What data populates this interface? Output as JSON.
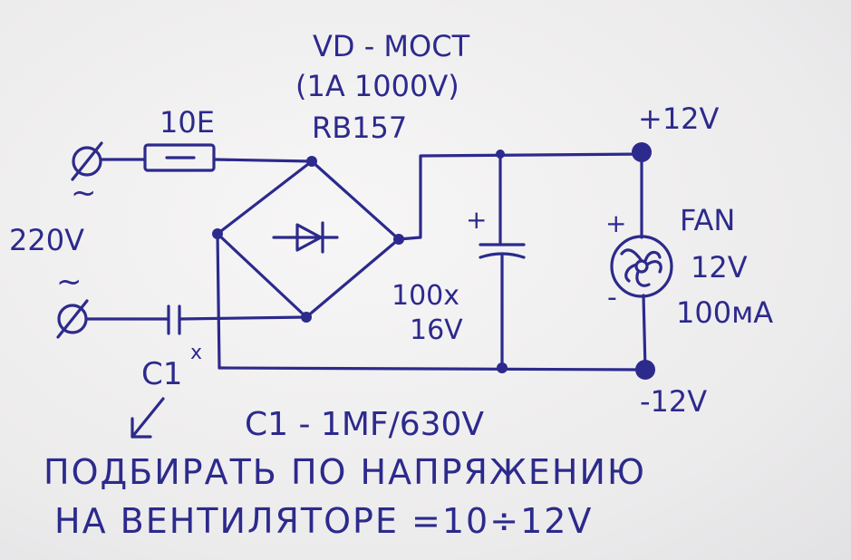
{
  "bridge": {
    "line1": "VD - MOCT",
    "line2": "(1A 1000V)",
    "line3": "RB157"
  },
  "fuse": {
    "label": "10E"
  },
  "input": {
    "tilde1": "~",
    "voltage": "220V",
    "tilde2": "~",
    "terminal_symbol": "Ø"
  },
  "capacitor_c1": {
    "label": "C1",
    "mark": "x",
    "spec": "C1 - 1MF/630V"
  },
  "filter_cap": {
    "plus": "+",
    "value": "100x",
    "voltage": "16V"
  },
  "output": {
    "plus": "+12V",
    "minus": "-12V"
  },
  "fan": {
    "name": "FAN",
    "plus": "+",
    "minus": "-",
    "voltage": "12V",
    "current": "100мА"
  },
  "note": {
    "arrow": "↙",
    "line1": "ПОДБИРАТЬ ПО НАПРЯЖЕНИЮ",
    "line2": "НА ВЕНТИЛЯТОРЕ =10÷12V"
  },
  "colors": {
    "ink": "#2c2a8c",
    "paper": "#f1f0f0"
  }
}
